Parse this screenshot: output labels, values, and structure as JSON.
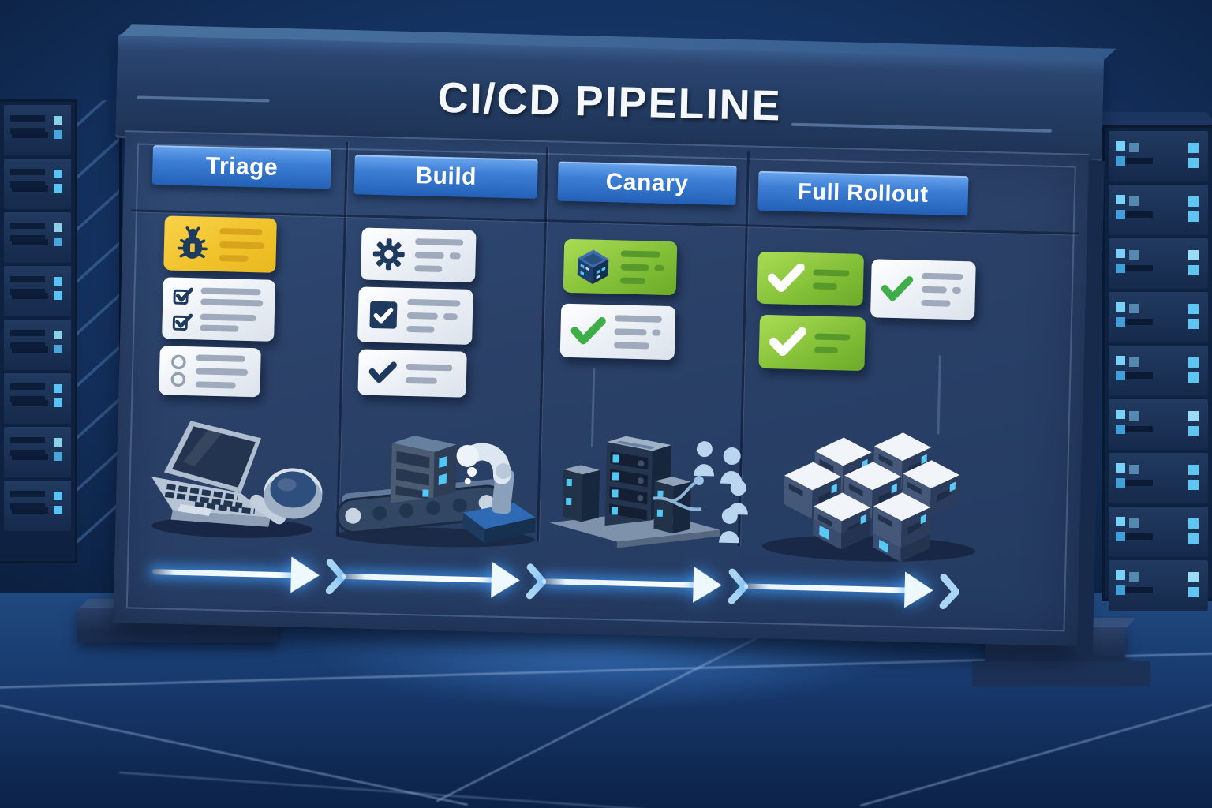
{
  "title": "CI/CD PIPELINE",
  "board": {
    "columns": [
      {
        "label": "Triage",
        "illustration": "laptop-with-magnifier",
        "cards": [
          {
            "name": "bug-report-card",
            "icon": "bug-icon",
            "background": "#F3C430",
            "line_count": 3
          },
          {
            "name": "checklist-card",
            "icon": "checklist-icon",
            "background": "#FFFFFF",
            "line_count": 4
          },
          {
            "name": "open-tasks-card",
            "icon": "radio-list-icon",
            "background": "#FFFFFF",
            "line_count": 3
          }
        ]
      },
      {
        "label": "Build",
        "illustration": "conveyor-belt-robot-arm",
        "cards": [
          {
            "name": "build-config-card",
            "icon": "gear-icon",
            "background": "#FFFFFF",
            "line_count": 3
          },
          {
            "name": "build-check-card",
            "icon": "checkbox-icon",
            "background": "#FFFFFF",
            "line_count": 3
          },
          {
            "name": "build-passed-card",
            "icon": "navy-checkmark-icon",
            "background": "#FFFFFF",
            "line_count": 2
          }
        ]
      },
      {
        "label": "Canary",
        "illustration": "canary-servers-with-users",
        "cards": [
          {
            "name": "canary-deploy-card",
            "icon": "server-cube-icon",
            "background": "#7CBB3B",
            "line_count": 3
          },
          {
            "name": "health-check-card",
            "icon": "green-checkmark-icon",
            "background": "#FFFFFF",
            "line_count": 3
          }
        ]
      },
      {
        "label": "Full Rollout",
        "illustration": "server-cluster",
        "cards": [
          {
            "name": "rollout-success-card",
            "icon": "white-checkmark-icon",
            "background": "#7CBB3B",
            "line_count": 2
          },
          {
            "name": "validation-card",
            "icon": "green-checkmark-icon",
            "background": "#FFFFFF",
            "line_count": 3
          },
          {
            "name": "rollout-success-card-2",
            "icon": "white-checkmark-icon",
            "background": "#7CBB3B",
            "line_count": 2
          }
        ]
      }
    ]
  },
  "flow": {
    "arrow_count": 4,
    "direction": "right"
  },
  "environment": {
    "left_server_rack": true,
    "right_server_rack": true,
    "floor": "tiled-blue"
  },
  "colors": {
    "background": "#0C2142",
    "board_panel": "#2B4168",
    "header_banner": "#233B61",
    "column_header_blue": "#2F6CC9",
    "card_yellow": "#F3C430",
    "card_green": "#7CBB3B",
    "card_white": "#F2F5F9",
    "arrow_glow": "#3E9EFF",
    "led_cyan": "#59C3F3",
    "check_green": "#3FAE49",
    "icon_navy": "#1E3A5F"
  }
}
